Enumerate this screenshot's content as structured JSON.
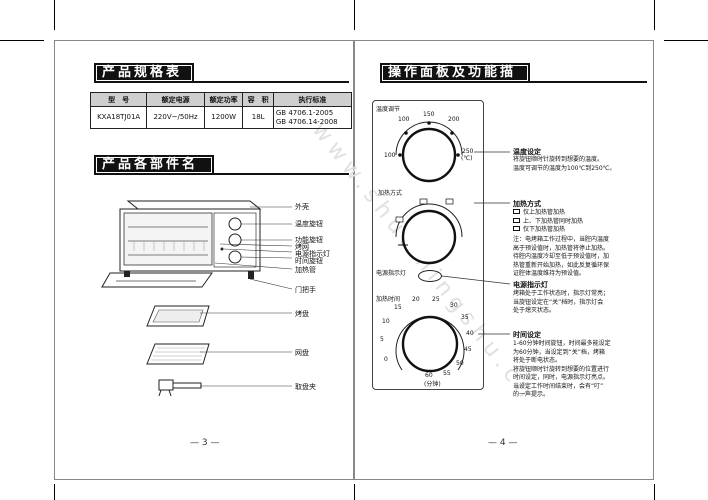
{
  "watermark": "www.shuomingshu.cn",
  "left": {
    "spec_title": "产品规格表",
    "spec_headers": [
      "型　号",
      "额定电源",
      "额定功率",
      "容　积",
      "执行标准"
    ],
    "spec_row": {
      "model": "KXA18TJ01A",
      "power_source": "220V~/50Hz",
      "rated_power": "1200W",
      "capacity": "18L",
      "standard_1": "GB 4706.1-2005",
      "standard_2": "GB 4706.14-2008"
    },
    "parts_title": "产品各部件名称",
    "parts": [
      "外壳",
      "温度旋钮",
      "功能旋钮",
      "烤网",
      "电源指示灯",
      "时间旋钮",
      "加热管",
      "门把手",
      "烤盘",
      "网盘",
      "取盘夹"
    ],
    "page_number": "— 3 —"
  },
  "right": {
    "panel_title": "操作面板及功能描述",
    "temp_knob": {
      "label": "温度调节",
      "ticks": [
        "100",
        "150",
        "200",
        "100",
        "250"
      ],
      "unit": "(℃)"
    },
    "func_knob": {
      "label": "加热方式"
    },
    "indicator_label": "电源指示灯",
    "timer_knob": {
      "label": "加热时间",
      "ticks": [
        "0",
        "5",
        "10",
        "15",
        "20",
        "25",
        "30",
        "35",
        "40",
        "45",
        "50",
        "55",
        "60"
      ],
      "unit": "(分钟)"
    },
    "temp_desc": {
      "heading": "温度设定",
      "lines": [
        "将旋钮顺时针旋转到想要的温度。",
        "温度可调节的温度为100℃到250℃。"
      ]
    },
    "heat_desc": {
      "heading": "加热方式",
      "options": [
        "仅上加热管加热",
        "上、下加热管同时加热",
        "仅下加热管加热"
      ],
      "note_lines": [
        "注：电烤箱工作过程中，当腔内温度",
        "高于预设值时，加热管将停止加热。",
        "待腔内温度冷却至低于预设值时，加",
        "热管重新开始加热，如此反复循环保",
        "证腔体温度维持为预设值。"
      ]
    },
    "lamp_desc": {
      "heading": "电源指示灯",
      "lines": [
        "烤箱处于工作状态时，指示灯常亮；",
        "当旋钮设定在“关”档时，指示灯会",
        "处于熄灭状态。"
      ]
    },
    "time_desc": {
      "heading": "时间设定",
      "lines": [
        "1-60分钟时间旋钮，时间最多能设定",
        "为60分钟，当设定到“关”档，烤箱",
        "将处于断电状态。",
        "将旋钮顺时针旋转到想要的位置进行",
        "时间设定，同时，电源指示灯亮点。",
        "当设定工作时间结束时，会有“叮”",
        "的一声提示。"
      ]
    },
    "page_number": "— 4 —"
  }
}
